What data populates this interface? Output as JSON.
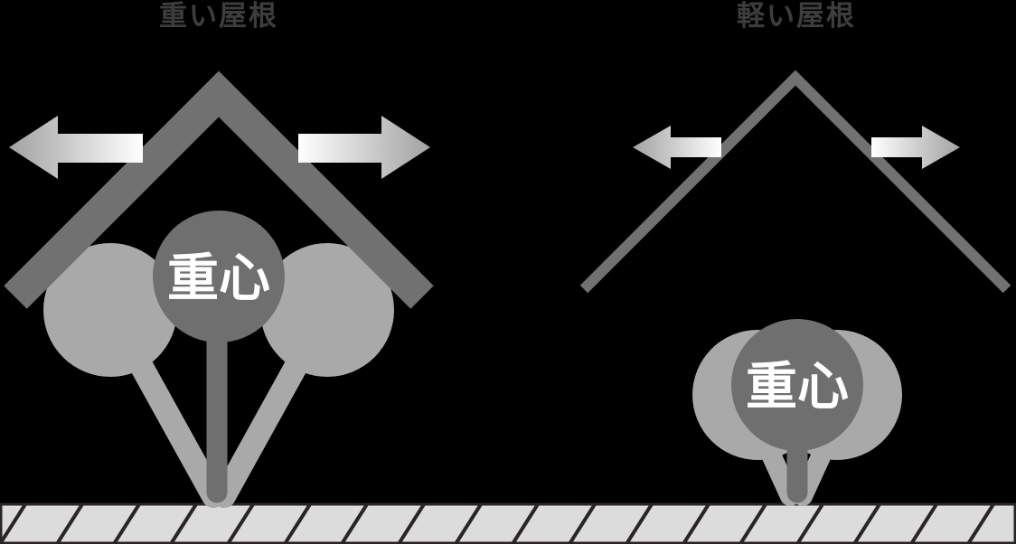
{
  "panels": {
    "left": {
      "title": "重い屋根",
      "center_of_gravity_label": "重心"
    },
    "right": {
      "title": "軽い屋根",
      "center_of_gravity_label": "重心"
    }
  },
  "icons": {
    "left_sway_arrow": "arrow-left-icon",
    "right_sway_arrow": "arrow-right-icon"
  },
  "colors": {
    "background": "#000000",
    "roof_gray": "#717171",
    "dark_gray": "#6f6f6f",
    "light_gray": "#a9a9a9",
    "title_text": "#3d3d3d",
    "cog_text": "#ffffff",
    "arrow_tip_gray": "#a2a2a2",
    "arrow_tail_white": "#ffffff",
    "ground_fill": "#dcdcdc",
    "ground_hatch": "#2a2425"
  }
}
